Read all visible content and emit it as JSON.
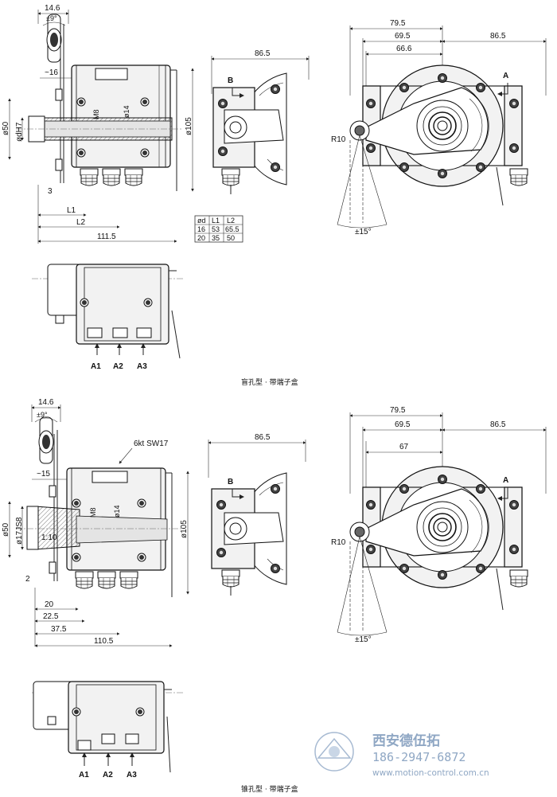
{
  "top_section": {
    "caption": "盲孔型 · 带端子盒",
    "side_view": {
      "dim_14_6": "14.6",
      "dim_pm9": "±9°",
      "dim_16": "~16",
      "dim_o50": "ø50",
      "dim_odH7": "ødH7",
      "dim_M8": "M8",
      "dim_o14": "ø14",
      "dim_o105": "ø105",
      "dim_3": "3",
      "dim_L1": "L1",
      "dim_L2": "L2",
      "dim_111_5": "111.5"
    },
    "middle_view": {
      "dim_86_5": "86.5",
      "label_B": "B"
    },
    "table": {
      "headers": [
        "ød",
        "L1",
        "L2"
      ],
      "rows": [
        [
          "16",
          "53",
          "65.5"
        ],
        [
          "20",
          "35",
          "50"
        ]
      ]
    },
    "front_view": {
      "dim_79_5": "79.5",
      "dim_69_5": "69.5",
      "dim_66_6": "66.6",
      "dim_86_5": "86.5",
      "label_A": "A",
      "dim_R10": "R10",
      "dim_pm15": "±15°"
    },
    "bottom_view": {
      "labels": [
        "A1",
        "A2",
        "A3"
      ]
    }
  },
  "bottom_section": {
    "caption": "锥孔型 · 带端子盒",
    "side_view": {
      "dim_14_6": "14.6",
      "dim_pm9": "±9°",
      "dim_6kt": "6kt SW17",
      "dim_15": "~15",
      "dim_o50": "ø50",
      "dim_o17JS8": "ø17JS8",
      "dim_M8": "M8",
      "dim_o14": "ø14",
      "dim_1_10": "1:10",
      "dim_o105": "ø105",
      "dim_2": "2",
      "dim_20": "20",
      "dim_22_5": "22.5",
      "dim_37_5": "37.5",
      "dim_110_5": "110.5"
    },
    "middle_view": {
      "dim_86_5": "86.5",
      "label_B": "B"
    },
    "front_view": {
      "dim_79_5": "79.5",
      "dim_69_5": "69.5",
      "dim_67": "67",
      "dim_86_5": "86.5",
      "label_A": "A",
      "dim_R10": "R10",
      "dim_pm15": "±15°"
    },
    "bottom_view": {
      "labels": [
        "A1",
        "A2",
        "A3"
      ]
    }
  },
  "watermark": {
    "company": "西安德伍拓",
    "phone": "186-2947-6872",
    "url": "www.motion-control.com.cn"
  }
}
